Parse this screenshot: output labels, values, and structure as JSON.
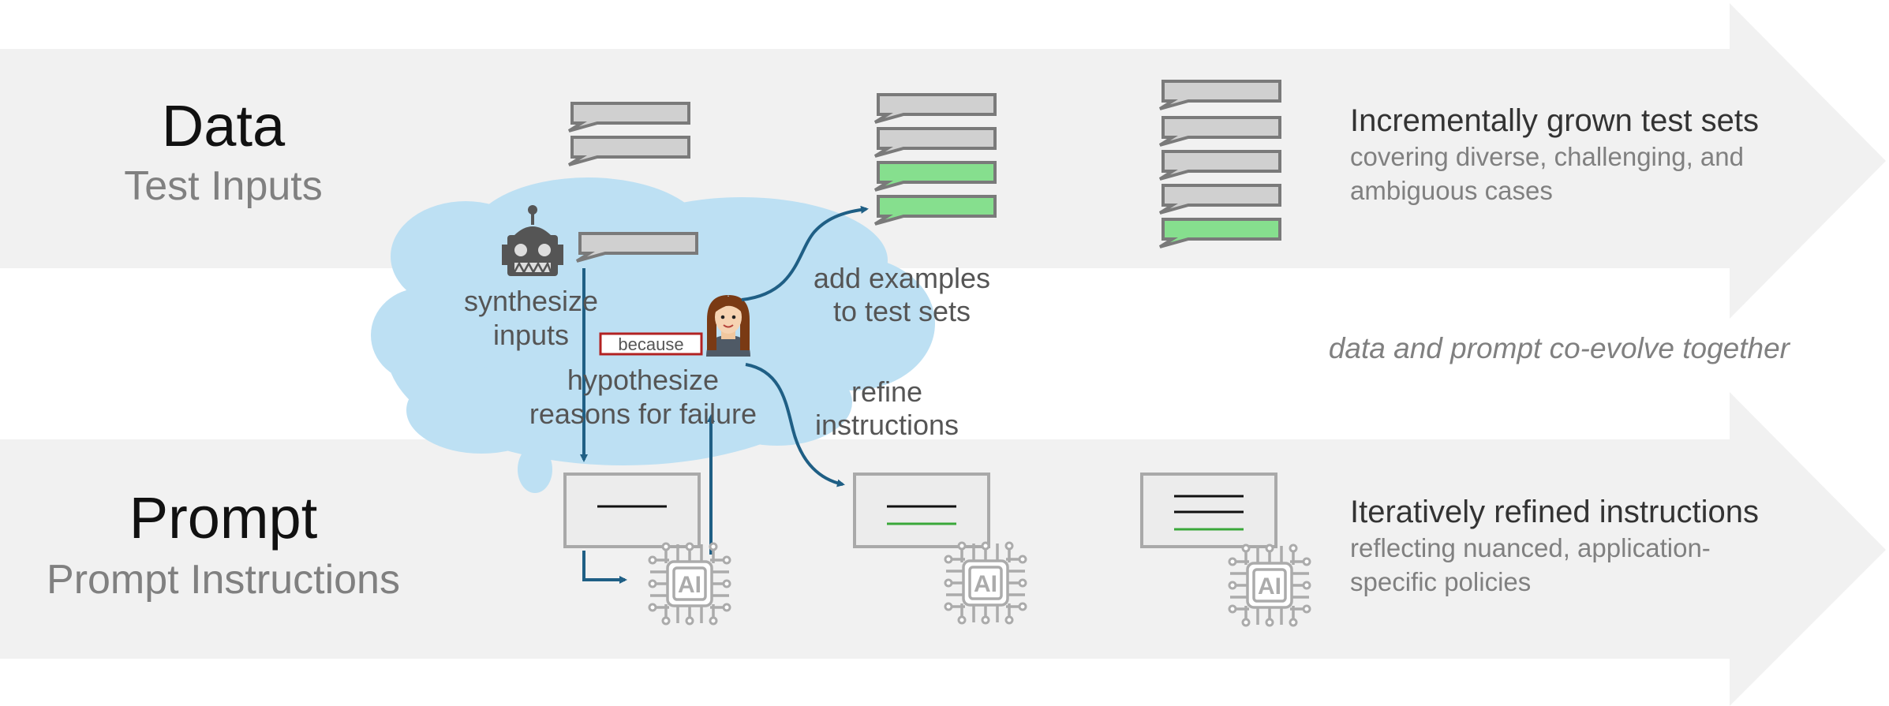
{
  "rows": {
    "data": {
      "title": "Data",
      "subtitle": "Test Inputs",
      "summary_heading": "Incrementally grown test sets",
      "summary_line1": "covering diverse, challenging, and",
      "summary_line2": "ambiguous cases"
    },
    "prompt": {
      "title": "Prompt",
      "subtitle": "Prompt Instructions",
      "summary_heading": "Iteratively refined instructions",
      "summary_line1": "reflecting nuanced, application-",
      "summary_line2": "specific policies"
    }
  },
  "middle_note": "data and prompt co-evolve together",
  "steps": {
    "synthesize_line1": "synthesize",
    "synthesize_line2": "inputs",
    "hypothesize_line1": "hypothesize",
    "hypothesize_line2": "reasons for failure",
    "because_label": "because",
    "add_examples_line1": "add examples",
    "add_examples_line2": "to test sets",
    "refine_line1": "refine",
    "refine_line2": "instructions"
  },
  "chip_label": "AI",
  "colors": {
    "band": "#f1f1f1",
    "cloud": "#bde0f3",
    "arrow": "#1f5f85",
    "bubble_gray": "#d0d0d0",
    "bubble_green": "#86df8e",
    "because_border": "#b22222",
    "chip": "#ababab"
  },
  "icons": [
    "robot-icon",
    "person-icon",
    "ai-chip-icon"
  ]
}
